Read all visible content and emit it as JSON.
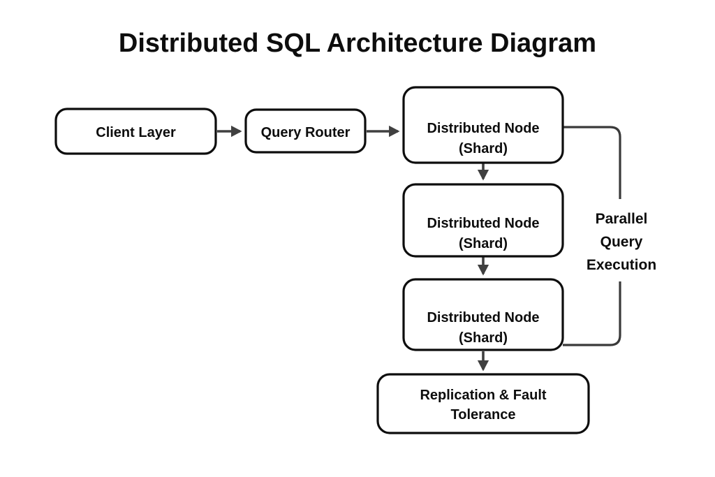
{
  "page": {
    "title": "Distributed SQL Architecture Diagram",
    "background_color": "#ffffff",
    "ink_color": "#0d0d0d",
    "arrow_color": "#404040"
  },
  "nodes": {
    "client_layer": {
      "label": "Client Layer"
    },
    "query_router": {
      "label": "Query Router"
    },
    "shard_1": {
      "line1": "Distributed Node",
      "line2": "(Shard)"
    },
    "shard_2": {
      "line1": "Distributed Node",
      "line2": "(Shard)"
    },
    "shard_3": {
      "line1": "Distributed Node",
      "line2": "(Shard)"
    },
    "replication": {
      "line1": "Replication & Fault",
      "line2": "Tolerance"
    }
  },
  "annotations": {
    "parallel_execution": {
      "line1": "Parallel",
      "line2": "Query",
      "line3": "Execution"
    }
  },
  "chart_data": {
    "type": "diagram",
    "title": "Distributed SQL Architecture Diagram",
    "nodes": [
      {
        "id": "client_layer",
        "label": "Client Layer"
      },
      {
        "id": "query_router",
        "label": "Query Router"
      },
      {
        "id": "shard_1",
        "label": "Distributed Node (Shard)"
      },
      {
        "id": "shard_2",
        "label": "Distributed Node (Shard)"
      },
      {
        "id": "shard_3",
        "label": "Distributed Node (Shard)"
      },
      {
        "id": "replication",
        "label": "Replication & Fault Tolerance"
      }
    ],
    "edges": [
      {
        "from": "client_layer",
        "to": "query_router",
        "style": "arrow"
      },
      {
        "from": "query_router",
        "to": "shard_1",
        "style": "arrow"
      },
      {
        "from": "shard_1",
        "to": "shard_2",
        "style": "arrow"
      },
      {
        "from": "shard_2",
        "to": "shard_3",
        "style": "arrow"
      },
      {
        "from": "shard_3",
        "to": "replication",
        "style": "arrow"
      },
      {
        "from": "shard_1",
        "to": "shard_3",
        "style": "bracket",
        "label": "Parallel Query Execution"
      }
    ]
  }
}
